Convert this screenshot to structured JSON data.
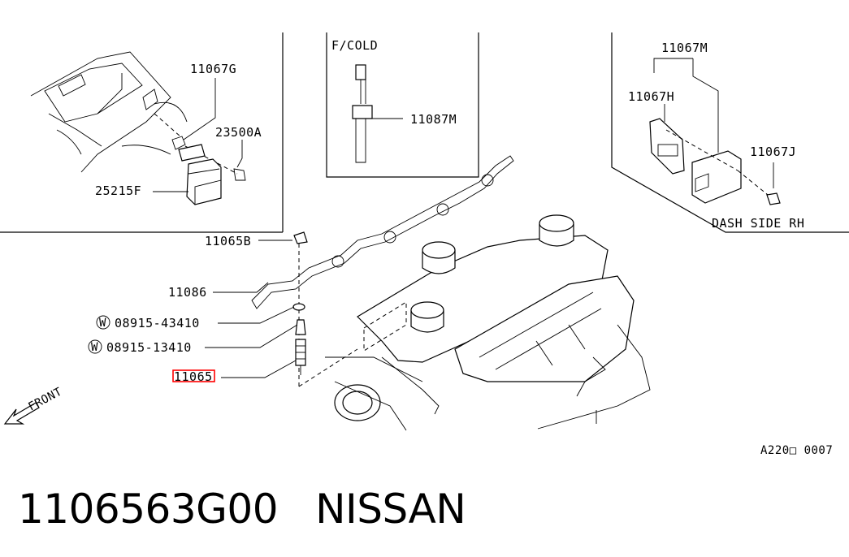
{
  "labels": {
    "p11067G": "11067G",
    "p23500A": "23500A",
    "p25215F": "25215F",
    "fcold": "F/COLD",
    "p11087M": "11087M",
    "p11067M": "11067M",
    "p11067H": "11067H",
    "p11067J": "11067J",
    "dash_side": "DASH SIDE RH",
    "p11065B": "11065B",
    "p11086": "11086",
    "washer_marker_1": "W",
    "p08915_43410": "08915-43410",
    "washer_marker_2": "W",
    "p08915_13410": "08915-13410",
    "p11065": "11065",
    "front": "FRONT",
    "diagram_code": "A220□ 0007"
  },
  "footer": {
    "part_number": "1106563G00",
    "brand": "NISSAN"
  },
  "highlight": {
    "target": "11065",
    "color": "#ff0000"
  }
}
